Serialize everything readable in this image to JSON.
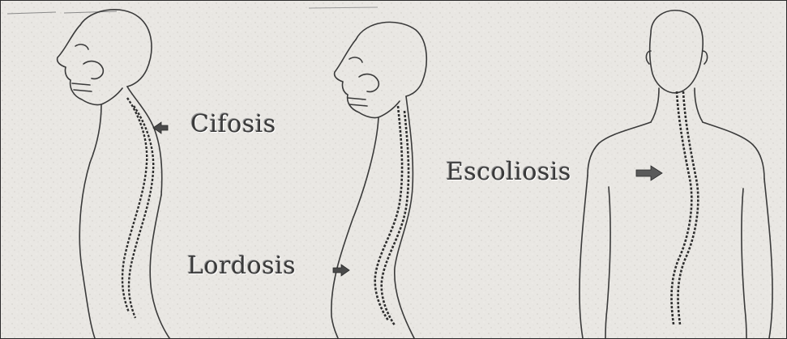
{
  "labels": {
    "kyphosis": "Cifosis",
    "lordosis": "Lordosis",
    "scoliosis": "Escoliosis"
  },
  "icons": {
    "kyphosis_arrow": "arrow-left-icon",
    "lordosis_arrow": "arrow-right-icon",
    "scoliosis_arrow": "arrow-right-icon"
  },
  "colors": {
    "background": "#e9e7e3",
    "line": "#3a3a3a",
    "border": "#2a2a2a"
  }
}
